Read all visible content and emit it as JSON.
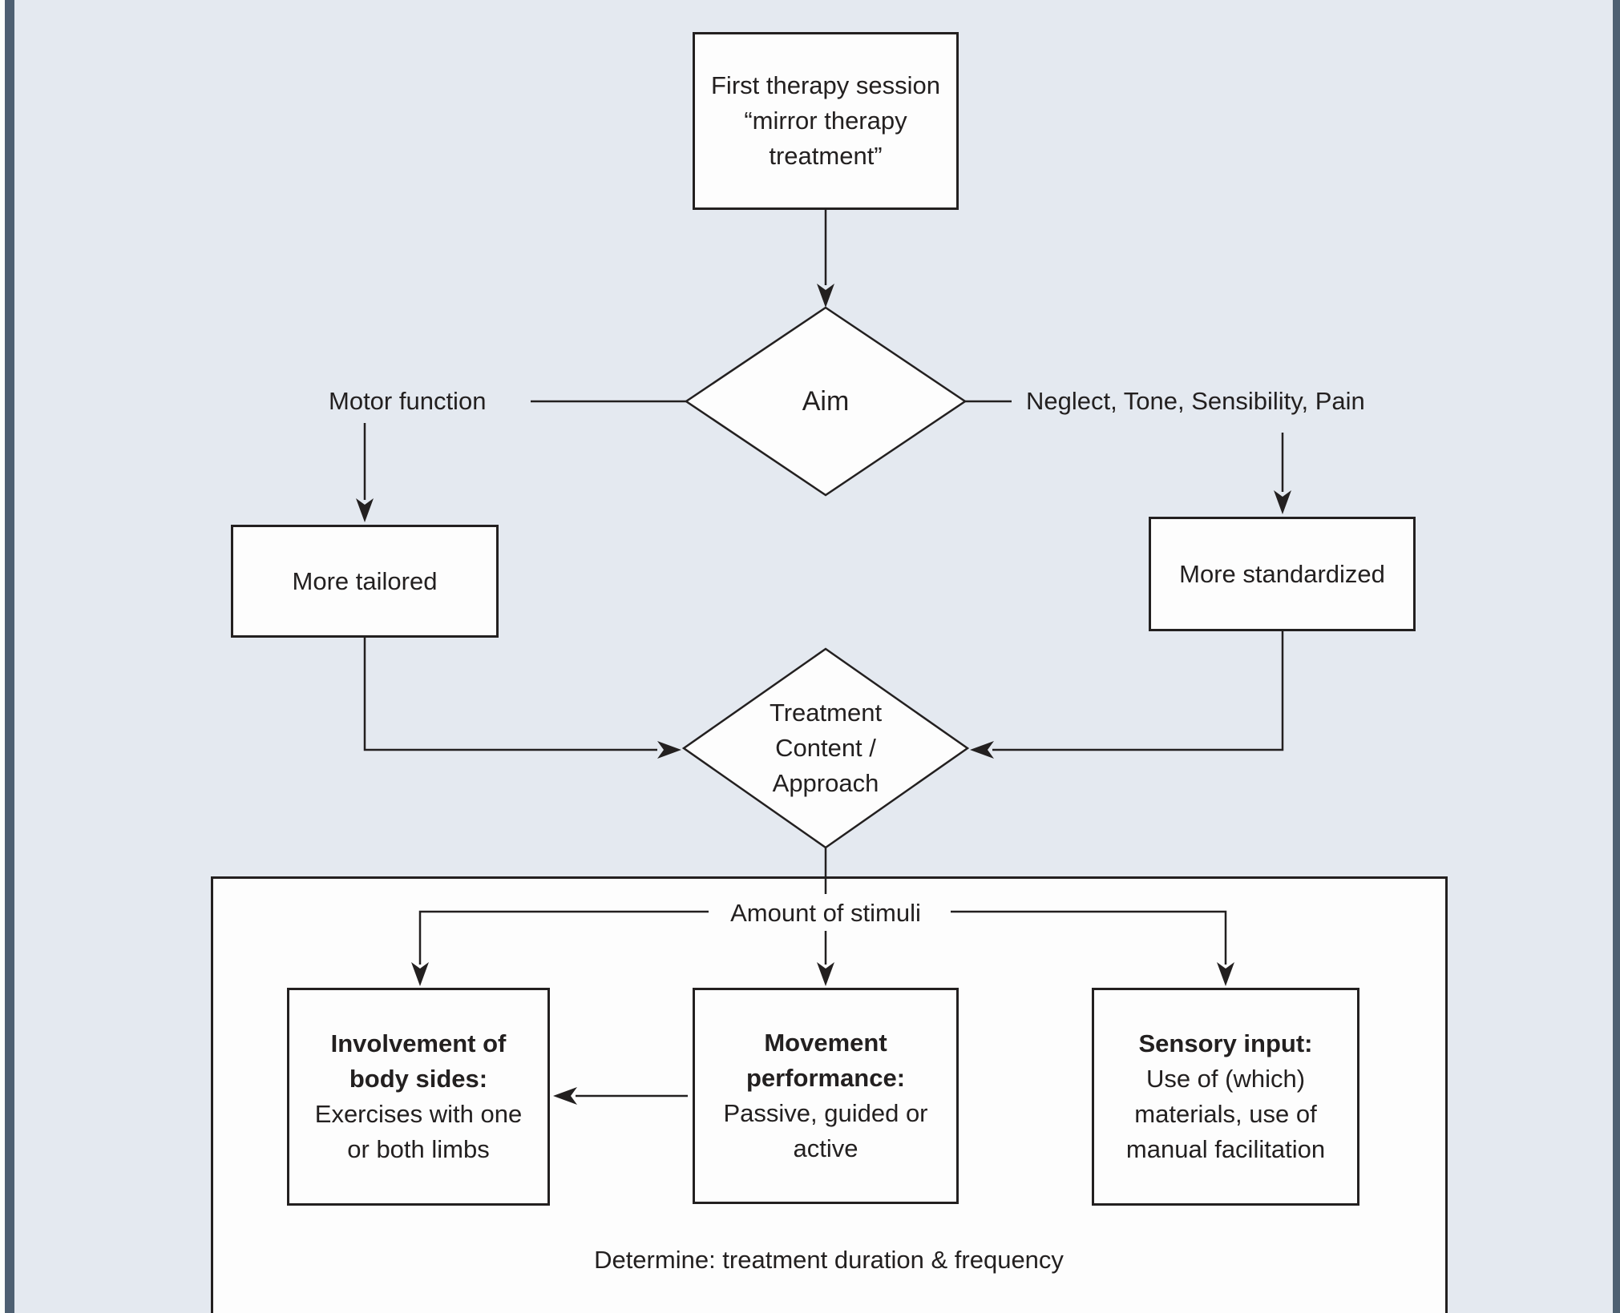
{
  "colors": {
    "panel_background": "#e4e9f0",
    "edge_bar": "#4e6072",
    "box_fill": "#fdfdfd",
    "line_and_text": "#232020"
  },
  "nodes": {
    "start": {
      "lines": [
        "First therapy session",
        "“mirror therapy",
        "treatment”"
      ]
    },
    "aim": {
      "label": "Aim"
    },
    "more_tailored": {
      "label": "More tailored"
    },
    "more_standardized": {
      "label": "More standardized"
    },
    "treatment": {
      "lines": [
        "Treatment",
        "Content /",
        "Approach"
      ]
    },
    "involvement": {
      "bold_lines": [
        "Involvement of",
        "body sides:"
      ],
      "lines": [
        "Exercises with one",
        "or both limbs"
      ]
    },
    "movement": {
      "bold_lines": [
        "Movement",
        "performance:"
      ],
      "lines": [
        "Passive, guided or",
        "active"
      ]
    },
    "sensory": {
      "bold_lines": [
        "Sensory input:"
      ],
      "lines": [
        "Use of (which)",
        "materials, use of",
        "manual facilitation"
      ]
    }
  },
  "labels": {
    "motor_function": "Motor function",
    "neglect": "Neglect, Tone, Sensibility, Pain",
    "amount_of_stimuli": "Amount of stimuli",
    "determine": "Determine: treatment duration & frequency"
  }
}
